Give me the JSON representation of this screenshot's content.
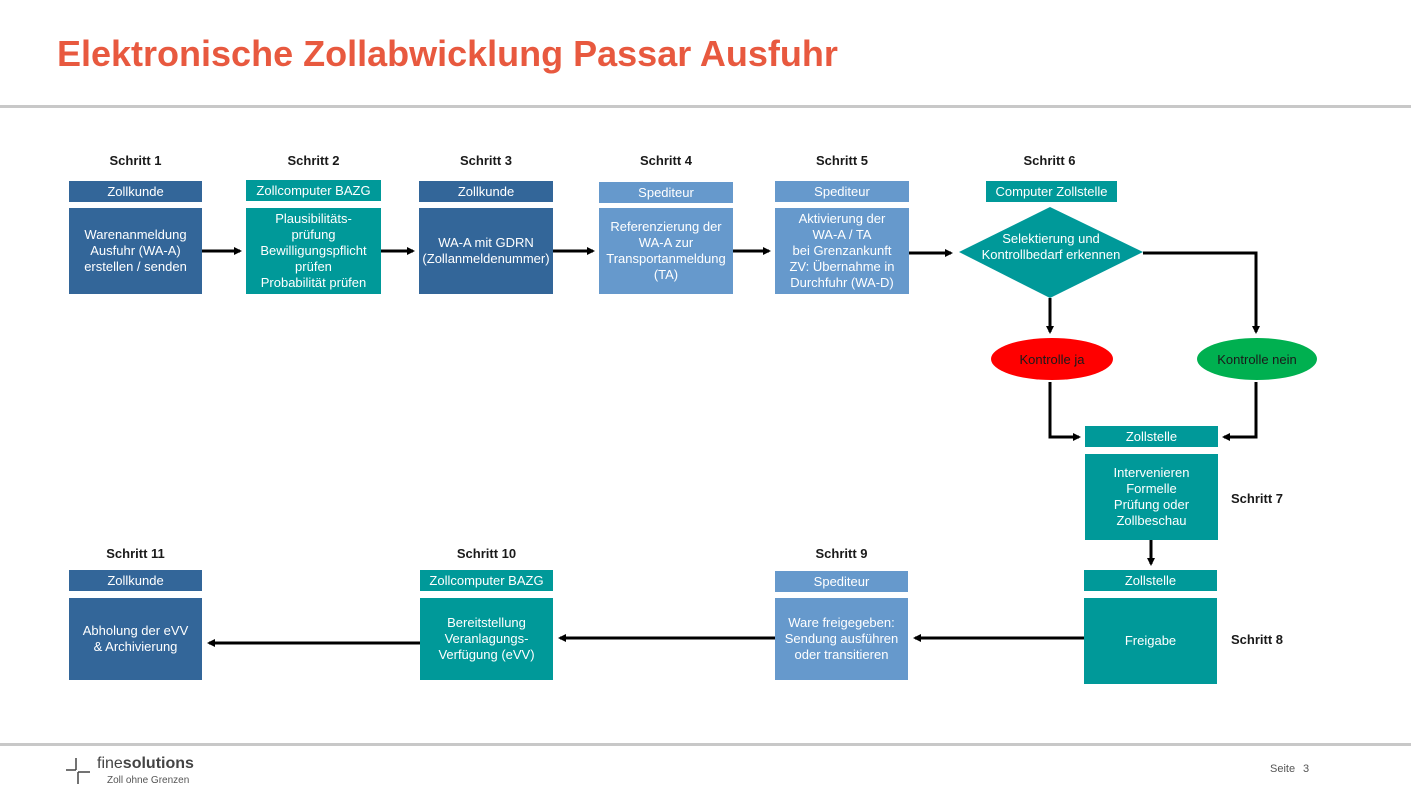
{
  "title": "Elektronische Zollabwicklung Passar Ausfuhr",
  "steps": {
    "s1": {
      "label": "Schritt 1",
      "role": "Zollkunde",
      "text": "Warenanmeldung\nAusfuhr (WA-A)\nerstellen / senden"
    },
    "s2": {
      "label": "Schritt 2",
      "role": "Zollcomputer BAZG",
      "text": "Plausibilitäts-\nprüfung\nBewilligungspflicht\nprüfen\nProbabilität prüfen"
    },
    "s3": {
      "label": "Schritt 3",
      "role": "Zollkunde",
      "text": "WA-A mit GDRN\n(Zollanmeldenummer)"
    },
    "s4": {
      "label": "Schritt 4",
      "role": "Spediteur",
      "text": "Referenzierung der\nWA-A zur\nTransportanmeldung\n(TA)"
    },
    "s5": {
      "label": "Schritt 5",
      "role": "Spediteur",
      "text": "Aktivierung der\nWA-A / TA\nbei Grenzankunft\nZV: Übernahme in\nDurchfuhr (WA-D)"
    },
    "s6": {
      "label": "Schritt 6",
      "role": "Computer Zollstelle",
      "text": "Selektierung und\nKontrollbedarf erkennen"
    },
    "s7": {
      "label": "Schritt 7",
      "role": "Zollstelle",
      "text": "Intervenieren\nFormelle\nPrüfung oder\nZollbeschau"
    },
    "s8": {
      "label": "Schritt 8",
      "role": "Zollstelle",
      "text": "Freigabe"
    },
    "s9": {
      "label": "Schritt 9",
      "role": "Spediteur",
      "text": "Ware freigegeben:\nSendung ausführen\noder transitieren"
    },
    "s10": {
      "label": "Schritt 10",
      "role": "Zollcomputer BAZG",
      "text": "Bereitstellung\nVeranlagungs-\nVerfügung (eVV)"
    },
    "s11": {
      "label": "Schritt 11",
      "role": "Zollkunde",
      "text": "Abholung der eVV\n& Archivierung"
    }
  },
  "decisions": {
    "yes": "Kontrolle ja",
    "no": "Kontrolle nein"
  },
  "colors": {
    "title": "#e8593f",
    "dark_blue": "#336699",
    "teal": "#009999",
    "light_blue": "#6699cc",
    "red": "#ff0000",
    "green": "#00b050"
  },
  "footer": {
    "brand_light": "fine",
    "brand_bold": "solutions",
    "tagline": "Zoll ohne Grenzen",
    "page_label": "Seite",
    "page_number": "3"
  }
}
